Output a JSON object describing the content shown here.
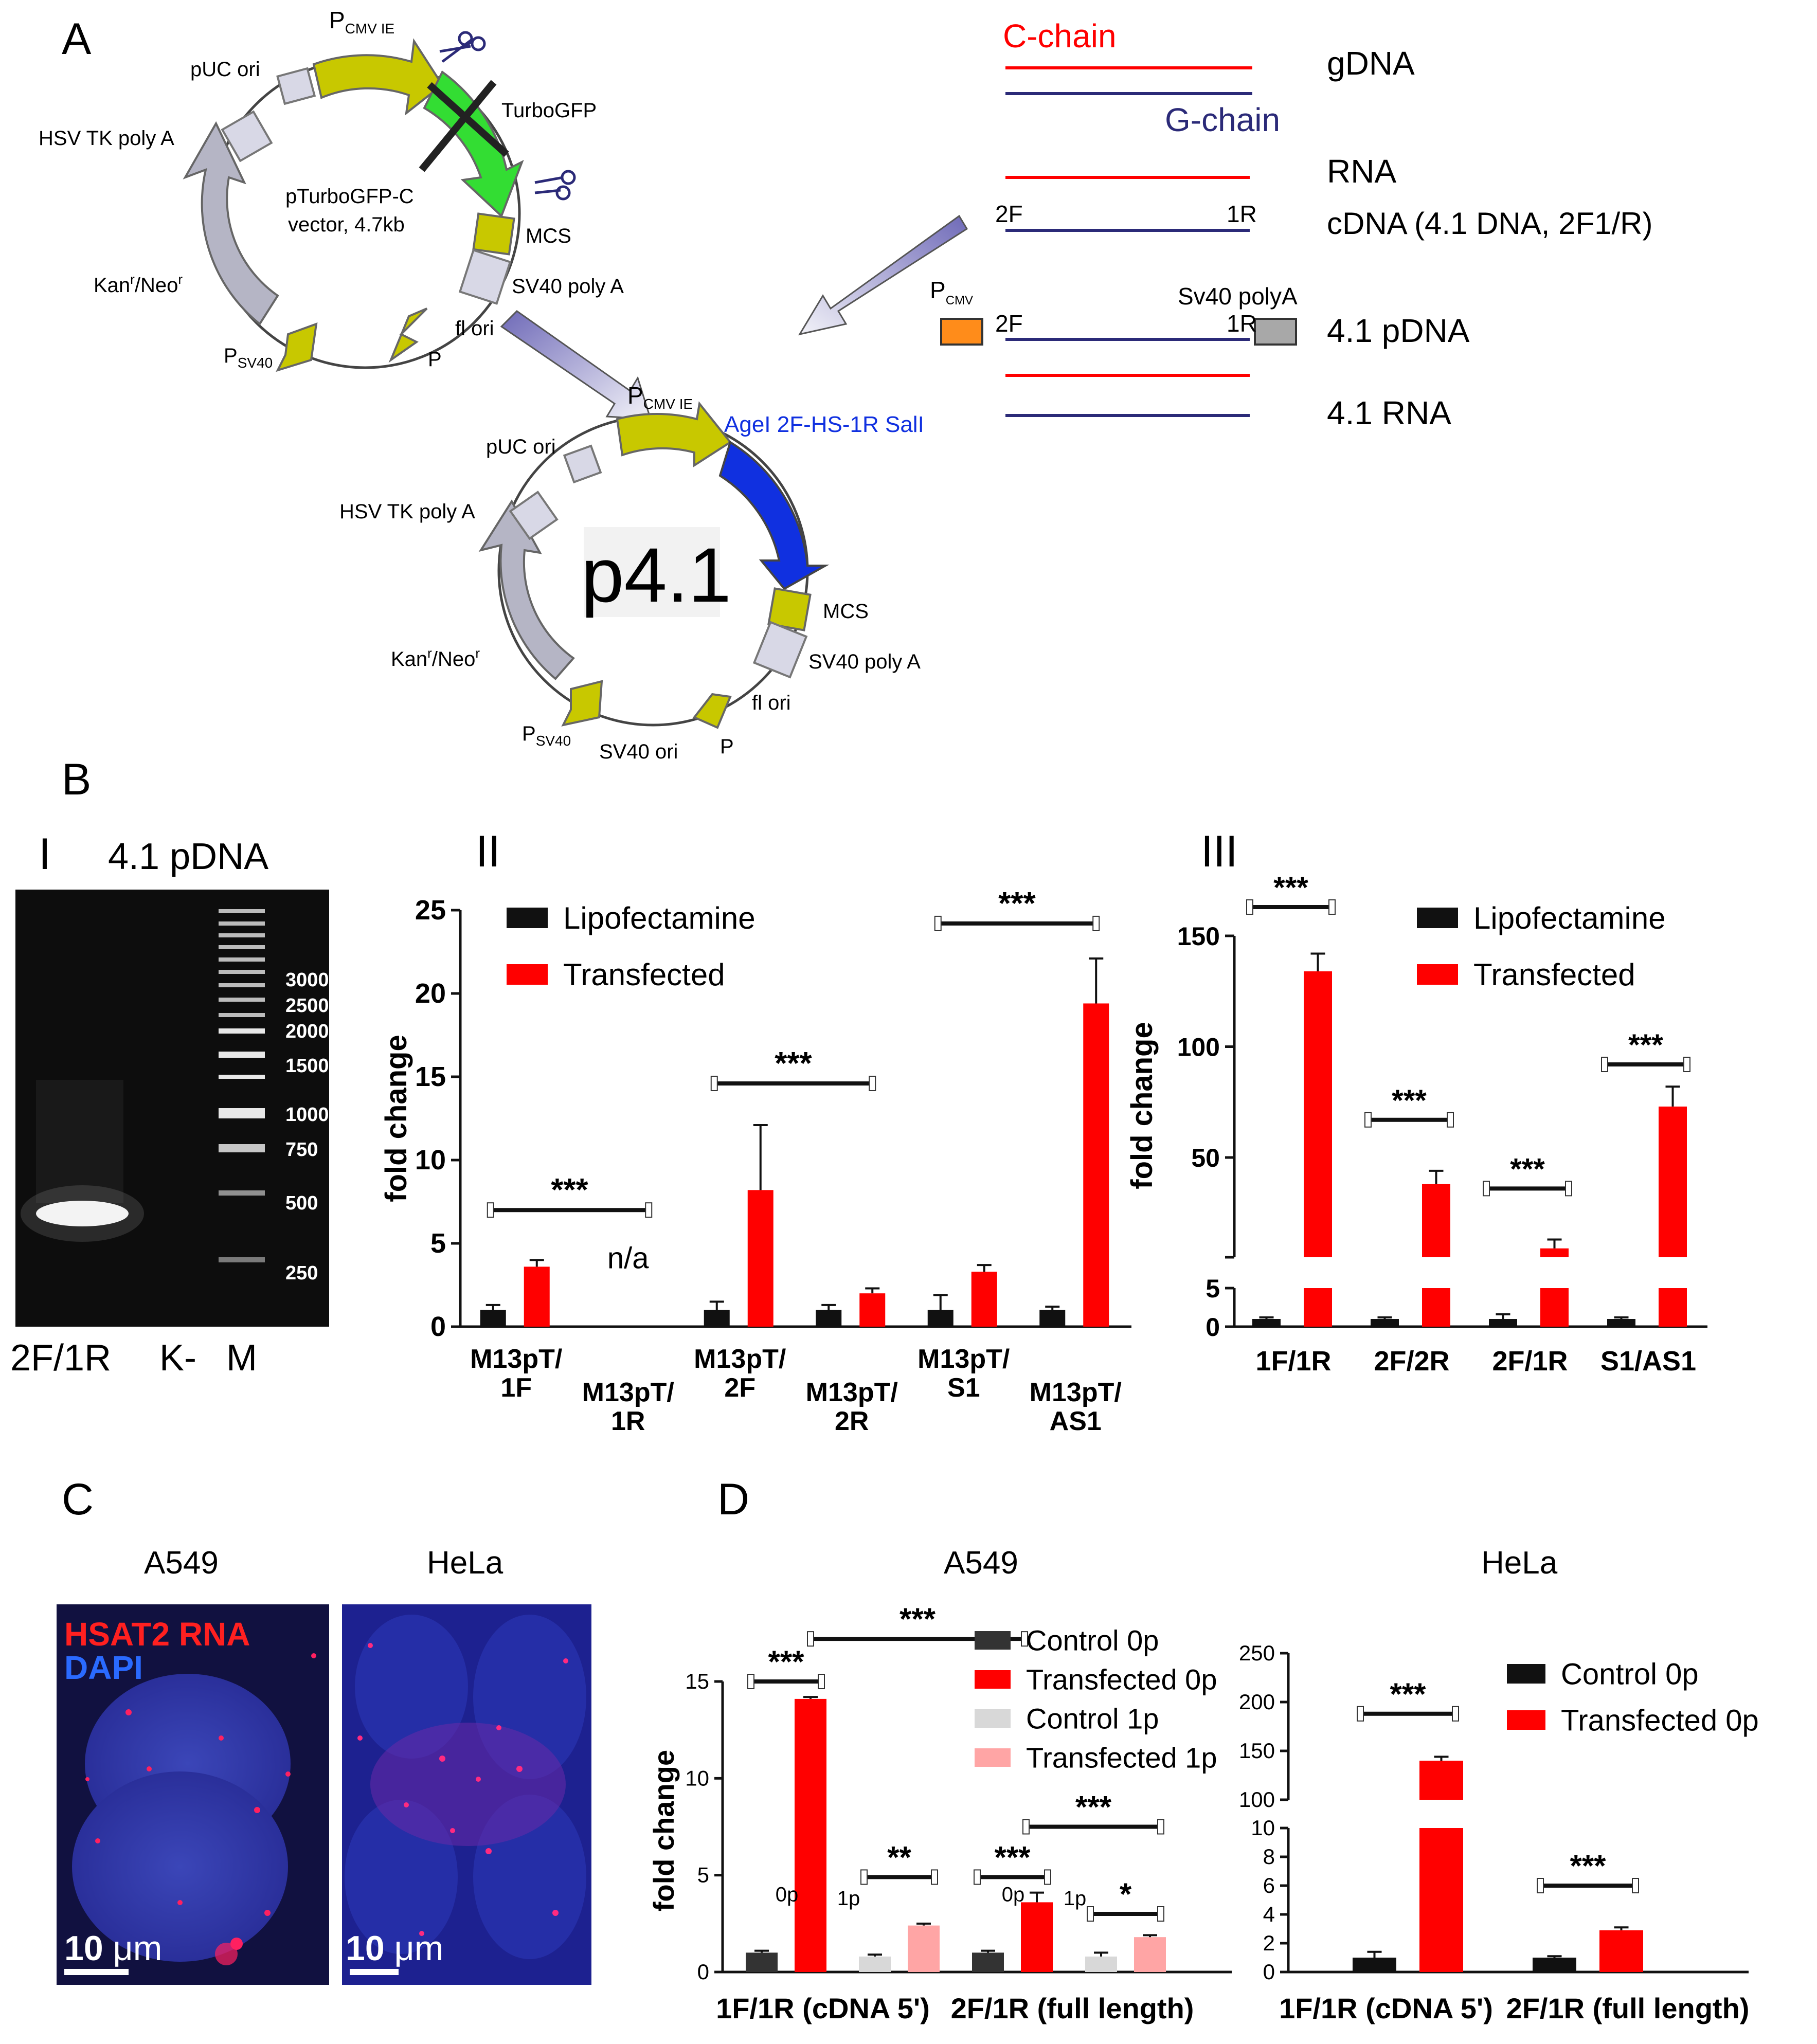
{
  "panel_labels": {
    "a": "A",
    "b": "B",
    "c": "C",
    "d": "D"
  },
  "colors": {
    "red": "#ff0000",
    "black": "#111111",
    "navy": "#2b2a78",
    "plasmid_yellow": "#c8c800",
    "turbogfp_green": "#33dd33",
    "insert_blue": "#1030e0",
    "light_grey": "#d8d8e6",
    "grey": "#b5b5c5",
    "pink": "#ffa5a5",
    "orange": "#ff8c1a"
  },
  "vector1": {
    "p_cmv": "P",
    "p_cmv_sub": "CMV IE",
    "turbogfp": "TurboGFP",
    "puc_ori": "pUC ori",
    "hsv": "HSV TK poly A",
    "name1": "pTurboGFP-C",
    "name2": "vector, 4.7kb",
    "mcs": "MCS",
    "sv40pa": "SV40 poly A",
    "kan": "Kan",
    "kan_sup": "r",
    "neo_sep": "/Neo",
    "neo_sup": "r",
    "fl_ori": "fl ori",
    "p_sv40": "P",
    "p_sv40_sub": "SV40",
    "p_cut": "P"
  },
  "vector2": {
    "p_cmv": "P",
    "p_cmv_sub": "CMV IE",
    "insert": "AgeI 2F-HS-1R SalI",
    "puc_ori": "pUC ori",
    "hsv": "HSV TK poly A",
    "name": "p4.1",
    "mcs": "MCS",
    "sv40pa": "SV40 poly A",
    "kan": "Kan",
    "kan_sup": "r",
    "neo_sep": "/Neo",
    "neo_sup": "r",
    "fl_ori": "fl ori",
    "p_sv40": "P",
    "p_sv40_sub": "SV40",
    "sv40_ori": "SV40 ori",
    "p_small": "P"
  },
  "schematic": {
    "c_chain": "C-chain",
    "g_chain": "G-chain",
    "gdna": "gDNA",
    "rna": "RNA",
    "cdna": "cDNA (4.1 DNA, 2F1/R)",
    "f2": "2F",
    "r1": "1R",
    "p_cmv": "P",
    "p_cmv_sub": "CMV",
    "sv40pa": "Sv40 polyA",
    "pdna": "4.1 pDNA",
    "rna41": "4.1 RNA"
  },
  "gel": {
    "roman": "I",
    "title": "4.1 pDNA",
    "ladder": [
      "3000",
      "2500",
      "2000",
      "1500",
      "1000",
      "750",
      "500",
      "250"
    ],
    "lane_labels": [
      "2F/1R",
      "K-",
      "M"
    ]
  },
  "panel_b2": {
    "roman": "II"
  },
  "panel_b3": {
    "roman": "III"
  },
  "panel_c": {
    "a549": "A549",
    "hela": "HeLa",
    "hsat2": "HSAT2 RNA",
    "dapi": "DAPI",
    "scale_a": "10 ",
    "scale_b": "10 ",
    "um": "μm"
  },
  "panel_d": {
    "a549": "A549",
    "hela": "HeLa"
  },
  "chart_data": [
    {
      "id": "B-II",
      "type": "bar",
      "ylabel": "fold change",
      "ylim": [
        0,
        25
      ],
      "yticks": [
        0,
        5,
        10,
        15,
        20,
        25
      ],
      "categories": [
        "M13pT/\n1F",
        "M13pT/\n1R",
        "M13pT/\n2F",
        "M13pT/\n2R",
        "M13pT/\nS1",
        "M13pT/\nAS1"
      ],
      "series": [
        {
          "name": "Lipofectamine",
          "color": "#111111",
          "values": [
            1.0,
            null,
            1.0,
            1.0,
            1.0,
            1.0
          ],
          "errors": [
            0.3,
            null,
            0.5,
            0.3,
            0.9,
            0.2
          ]
        },
        {
          "name": "Transfected",
          "color": "#ff0000",
          "values": [
            3.6,
            null,
            8.2,
            2.0,
            3.3,
            19.4
          ],
          "errors": [
            0.4,
            null,
            3.9,
            0.3,
            0.4,
            2.7
          ]
        }
      ],
      "annotations": [
        {
          "text": "***",
          "from": 0,
          "to": 1,
          "y": 7.0
        },
        {
          "text": "n/a",
          "at": 1,
          "y": 3.5
        },
        {
          "text": "***",
          "from": 2,
          "to": 3,
          "y": 14.6
        },
        {
          "text": "***",
          "from": 4,
          "to": 5,
          "y": 24.2
        }
      ],
      "legend_position": "top-left"
    },
    {
      "id": "B-III",
      "type": "bar",
      "ylabel": "fold change",
      "y_axis_break": true,
      "ylim_lower": [
        0,
        5
      ],
      "ylim_upper": [
        5,
        150
      ],
      "yticks_lower": [
        0,
        5
      ],
      "yticks_upper": [
        50,
        100,
        150
      ],
      "categories": [
        "1F/1R",
        "2F/2R",
        "2F/1R",
        "S1/AS1"
      ],
      "series": [
        {
          "name": "Lipofectamine",
          "color": "#111111",
          "values": [
            1.0,
            1.0,
            1.0,
            1.0
          ],
          "errors": [
            0.2,
            0.2,
            0.6,
            0.2
          ]
        },
        {
          "name": "Transfected",
          "color": "#ff0000",
          "values": [
            134,
            38,
            9,
            73
          ],
          "errors": [
            8,
            6,
            4,
            9
          ]
        }
      ],
      "annotations": [
        {
          "text": "***",
          "at": 0,
          "y": 163
        },
        {
          "text": "***",
          "at": 1,
          "y": 67
        },
        {
          "text": "***",
          "at": 2,
          "y": 36
        },
        {
          "text": "***",
          "at": 3,
          "y": 92
        }
      ],
      "legend_position": "top-right"
    },
    {
      "id": "D-A549",
      "type": "bar",
      "ylabel": "fold change",
      "ylim": [
        0,
        15
      ],
      "yticks": [
        0,
        5,
        10,
        15
      ],
      "categories": [
        "1F/1R (cDNA 5')",
        "2F/1R (full length)"
      ],
      "series": [
        {
          "name": "Control 0p",
          "color": "#333333",
          "values": [
            1.0,
            1.0
          ],
          "errors": [
            0.1,
            0.1
          ]
        },
        {
          "name": "Transfected 0p",
          "color": "#ff0000",
          "values": [
            14.1,
            3.6
          ],
          "errors": [
            0.1,
            0.5
          ]
        },
        {
          "name": "Control 1p",
          "color": "#d8d8d8",
          "values": [
            0.8,
            0.8
          ],
          "errors": [
            0.1,
            0.2
          ]
        },
        {
          "name": "Transfected 1p",
          "color": "#ffa5a5",
          "values": [
            2.4,
            1.8
          ],
          "errors": [
            0.1,
            0.1
          ]
        }
      ],
      "passage_labels": [
        "0p",
        "1p"
      ],
      "annotations": [
        {
          "text": "***",
          "group": 0,
          "from": 0,
          "to": 1,
          "y": 15.0
        },
        {
          "text": "***",
          "from_group": 0,
          "from": 1,
          "to_group": 1,
          "to": 0,
          "y": 17.2
        },
        {
          "text": "**",
          "group": 0,
          "from": 2,
          "to": 3,
          "y": 4.9
        },
        {
          "text": "***",
          "group": 1,
          "from": 0,
          "to": 1,
          "y": 4.9
        },
        {
          "text": "***",
          "group": 1,
          "from": 1,
          "to": 3,
          "y": 7.5
        },
        {
          "text": "*",
          "group": 1,
          "from": 2,
          "to": 3,
          "y": 3.0
        }
      ],
      "legend_position": "top-right"
    },
    {
      "id": "D-HeLa",
      "type": "bar",
      "y_axis_break": true,
      "ylim_lower": [
        0,
        10
      ],
      "ylim_upper": [
        100,
        250
      ],
      "yticks_lower": [
        0,
        2,
        4,
        6,
        8,
        10
      ],
      "yticks_upper": [
        100,
        150,
        200,
        250
      ],
      "categories": [
        "1F/1R (cDNA 5')",
        "2F/1R (full length)"
      ],
      "series": [
        {
          "name": "Control 0p",
          "color": "#111111",
          "values": [
            1.0,
            1.0
          ],
          "errors": [
            0.4,
            0.1
          ]
        },
        {
          "name": "Transfected 0p",
          "color": "#ff0000",
          "values": [
            140,
            2.9
          ],
          "errors": [
            4,
            0.2
          ]
        }
      ],
      "annotations": [
        {
          "text": "***",
          "group": 0,
          "y": 188
        },
        {
          "text": "***",
          "group": 1,
          "y": 6.0
        }
      ],
      "legend_position": "top-right"
    }
  ]
}
